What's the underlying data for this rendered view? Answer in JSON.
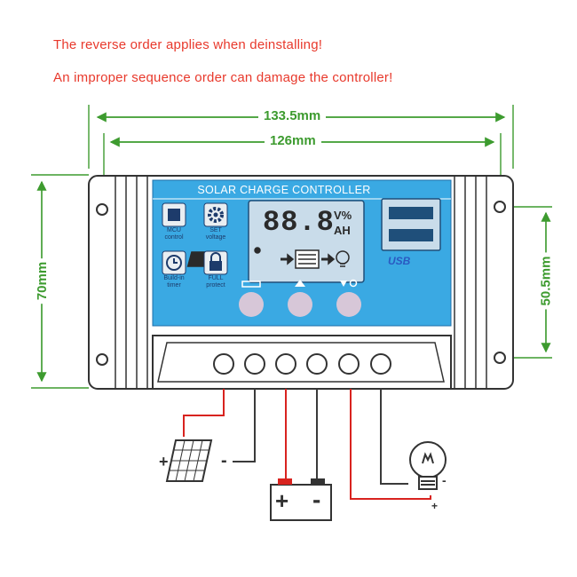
{
  "warnings": {
    "line1": "The reverse order applies when deinstalling!",
    "line2": "An improper sequence order can damage the controller!"
  },
  "dimensions": {
    "overall_width": "133.5mm",
    "hole_spacing_width": "126mm",
    "height": "70mm",
    "hole_spacing_height": "50.5mm"
  },
  "panel": {
    "title": "SOLAR CHARGE CONTROLLER",
    "lcd_digits": "88.8",
    "lcd_unit_top": "V%",
    "lcd_unit_bottom": "AH",
    "usb_label": "USB"
  },
  "legend": [
    {
      "icon": "mcu-chip-icon",
      "line1": "MCU",
      "line2": "control"
    },
    {
      "icon": "gear-icon",
      "line1": "SET",
      "line2": "voltage"
    },
    {
      "icon": "clock-icon",
      "line1": "Build-in",
      "line2": "timer"
    },
    {
      "icon": "lock-icon",
      "line1": "FULL",
      "line2": "protect"
    }
  ],
  "buttons": [
    {
      "icon": "menu-icon"
    },
    {
      "icon": "up-arrow-icon"
    },
    {
      "icon": "down-arrow-icon"
    }
  ],
  "wiring": {
    "solar": {
      "plus": "+",
      "minus": "-"
    },
    "battery": {
      "plus": "+",
      "minus": "-"
    },
    "load": {
      "plus": "+",
      "minus": "-"
    }
  },
  "colors": {
    "warning_text": "#e8392c",
    "dimension": "#3d9b2f",
    "panel_blue": "#3aa9e3",
    "positive_wire": "#d8231f",
    "negative_wire": "#3a3a3a"
  }
}
